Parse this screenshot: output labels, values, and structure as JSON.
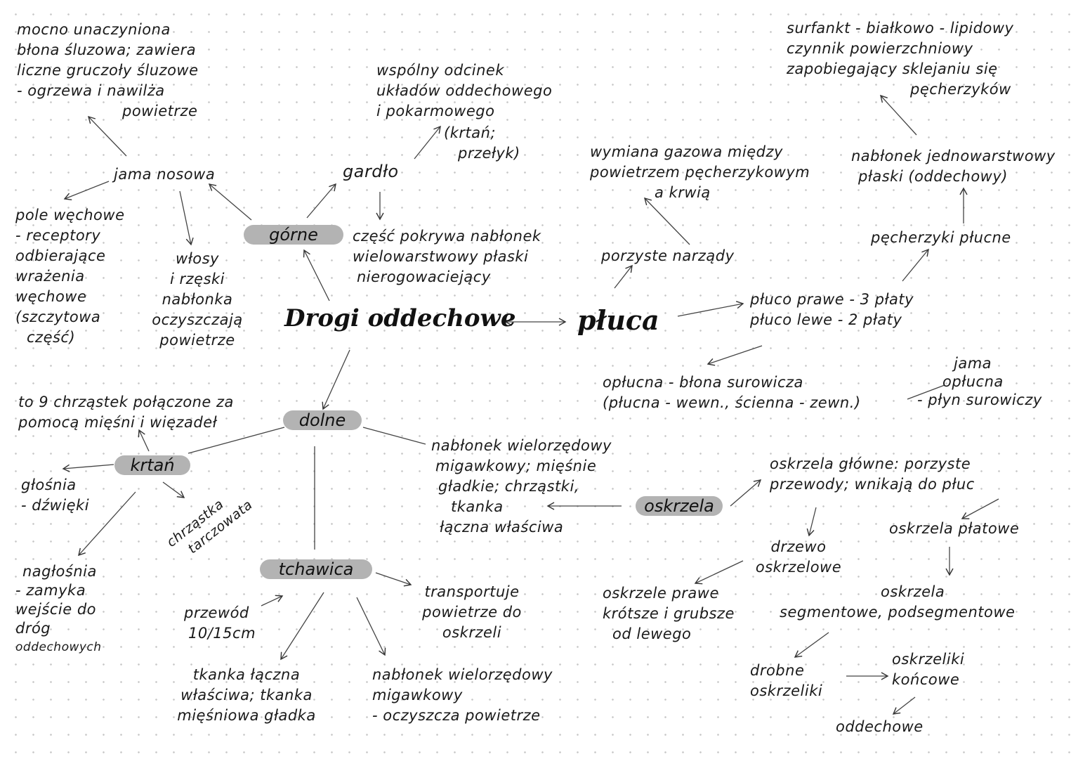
{
  "title": "Drogi oddechowe",
  "pluca_main": "płuca",
  "gorne": "górne",
  "dolne": "dolne",
  "tchawica": "tchawica",
  "krtan": "krtań",
  "oskrzela": "oskrzela",
  "notes": {
    "mocno": [
      "mocno unaczyniona",
      "błona śluzowa; zawiera",
      "liczne gruczoły śluzowe",
      "- ogrzewa i nawilża",
      "powietrze"
    ],
    "jama_nosowa": "jama nosowa",
    "pole": [
      "pole węchowe",
      "- receptory",
      "odbierające",
      "wrażenia",
      "węchowe",
      "(szczytowa",
      "część)"
    ],
    "wlosy": [
      "włosy",
      "i rzęski",
      "nabłonka",
      "oczyszczają",
      "powietrze"
    ],
    "gardlo": "gardło",
    "wspolny": [
      "wspólny odcinek",
      "układów oddechowego",
      "i pokarmowego"
    ],
    "krtan_przelyk": [
      "(krtań;",
      "przełyk)"
    ],
    "czesc": [
      "część pokrywa nabłonek",
      "wielowarstwowy płaski",
      "nierogowaciejący"
    ],
    "wymiana": [
      "wymiana gazowa między",
      "powietrzem pęcherzykowym",
      "a krwią"
    ],
    "surfaktant": [
      "surfankt - białkowo - lipidowy",
      "czynnik powierzchniowy",
      "zapobiegający sklejaniu się",
      "pęcherzyków"
    ],
    "nablonek_jedno": [
      "nabłonek jednowarstwowy",
      "płaski (oddechowy)"
    ],
    "pecherzyki": "pęcherzyki płucne",
    "porzyste": "porzyste narządy",
    "pluco": [
      "płuco prawe - 3 płaty",
      "płuco lewe - 2 płaty"
    ],
    "oplucna": [
      "opłucna - błona surowicza",
      "(płucna - wewn., ścienna - zewn.)"
    ],
    "jama_oplucna": [
      "jama",
      "opłucna",
      "- płyn surowiczy"
    ],
    "chrzastek": [
      "to 9 chrząstek połączone za",
      "pomocą mięśni i więzadeł"
    ],
    "nablonek_wielo": [
      "nabłonek wielorzędowy",
      "migawkowy; mięśnie",
      "gładkie; chrząstki,",
      "tkanka",
      "łączna właściwa"
    ],
    "oskrzela_glowne": [
      "oskrzela główne: porzyste",
      "przewody; wnikają do płuc"
    ],
    "glosnia": [
      "głośnia",
      "- dźwięki"
    ],
    "chrzastka": [
      "chrząstka",
      "tarczowata"
    ],
    "drzewo": [
      "drzewo",
      "oskrzelowe"
    ],
    "oskrzela_platowe": "oskrzela płatowe",
    "naglosnia": [
      "nagłośnia",
      "- zamyka",
      "wejście do",
      "dróg",
      "oddechowych"
    ],
    "przewod": [
      "przewód",
      "10/15cm"
    ],
    "transportuje": [
      "transportuje",
      "powietrze do",
      "oskrzeli"
    ],
    "oskrzele_prawe": [
      "oskrzele prawe",
      "krótsze i grubsze",
      "od lewego"
    ],
    "segmentowe": [
      "oskrzela",
      "segmentowe, podsegmentowe"
    ],
    "tkanka_laczna": [
      "tkanka łączna",
      "właściwa; tkanka",
      "mięśniowa gładka"
    ],
    "nablonek_migawkowy": [
      "nabłonek wielorzędowy",
      "migawkowy",
      "- oczyszcza powietrze"
    ],
    "drobne": [
      "drobne",
      "oskrzeliki"
    ],
    "oskrzeliki_koncowe": [
      "oskrzeliki",
      "końcowe"
    ],
    "oddechowe": "oddechowe"
  },
  "colors": {
    "pill": "#b3b3b3",
    "ink": "#1a1a1a",
    "dots": "#c9c9c9"
  }
}
